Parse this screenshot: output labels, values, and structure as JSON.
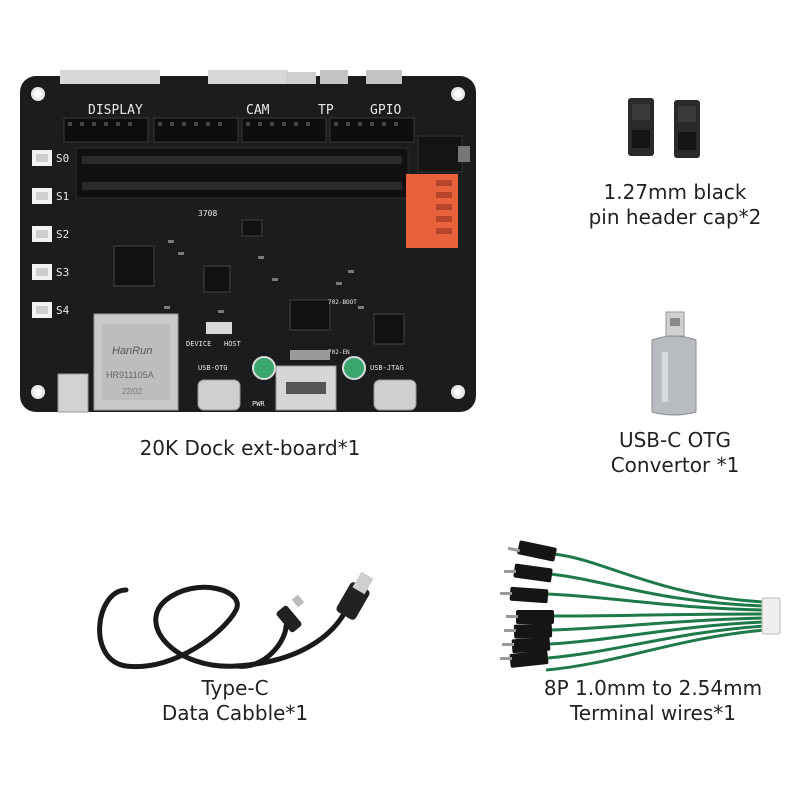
{
  "items": {
    "board": {
      "caption": "20K Dock ext-board*1",
      "silkscreen": {
        "display": "DISPLAY",
        "cam": "CAM",
        "tp": "TP",
        "gpio": "GPIO",
        "s0": "S0",
        "s1": "S1",
        "s2": "S2",
        "s3": "S3",
        "s4": "S4",
        "rj45_brand": "HanRun",
        "rj45_model": "HR911105A",
        "rj45_date": "22/02",
        "device": "DEVICE",
        "host": "HOST",
        "usb_otg": "USB-OTG",
        "usb_jtag": "USB-JTAG",
        "pwr": "PWR",
        "boot": "702-BOOT",
        "en": "702-EN",
        "chip": "3708"
      }
    },
    "pin_caps": {
      "caption_line1": "1.27mm black",
      "caption_line2": "pin header cap*2"
    },
    "otg_adapter": {
      "caption_line1": "USB-C OTG",
      "caption_line2": "Convertor *1"
    },
    "cable": {
      "caption_line1": "Type-C",
      "caption_line2": "Data Cabble*1"
    },
    "wires": {
      "caption_line1": "8P 1.0mm to 2.54mm",
      "caption_line2": "Terminal wires*1"
    }
  },
  "colors": {
    "pcb": "#1b1c1e",
    "header_orange": "#e8603c",
    "wire_green": "#1f7a4a",
    "cable_black": "#1a1a1a",
    "adapter_silver": "#b8bcc0"
  }
}
